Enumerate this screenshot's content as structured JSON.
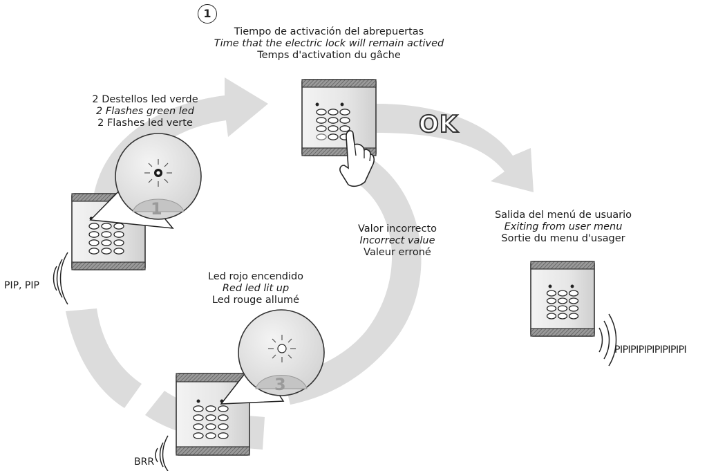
{
  "step": {
    "number": "1",
    "title_es": "Tiempo de activación del abrepuertas",
    "title_en": "Time that the electric lock will remain actived",
    "title_fr": "Temps d'activation du gâche"
  },
  "flash_green": {
    "es": "2 Destellos led verde",
    "en": "2 Flashes green led",
    "fr": "2 Flashes led verte",
    "badge": "1",
    "led_color": "#ffffff"
  },
  "red_led": {
    "es": "Led rojo encendido",
    "en": "Red led lit up",
    "fr": "Led rouge allumé",
    "badge": "3"
  },
  "incorrect": {
    "es": "Valor incorrecto",
    "en": "Incorrect value",
    "fr": "Valeur erroné"
  },
  "exit": {
    "es": "Salida del menú de usuario",
    "en": "Exiting from user menu",
    "fr": "Sortie du menu d'usager"
  },
  "ok_label": "OK",
  "sounds": {
    "pip": "PIP, PIP",
    "brr": "BRR",
    "long": "PIPIPIPIPIPIPIPIPI"
  },
  "colors": {
    "arrow": "#dcdcdc",
    "ink": "#1a1a1a",
    "panel": "#e9e9e9"
  }
}
